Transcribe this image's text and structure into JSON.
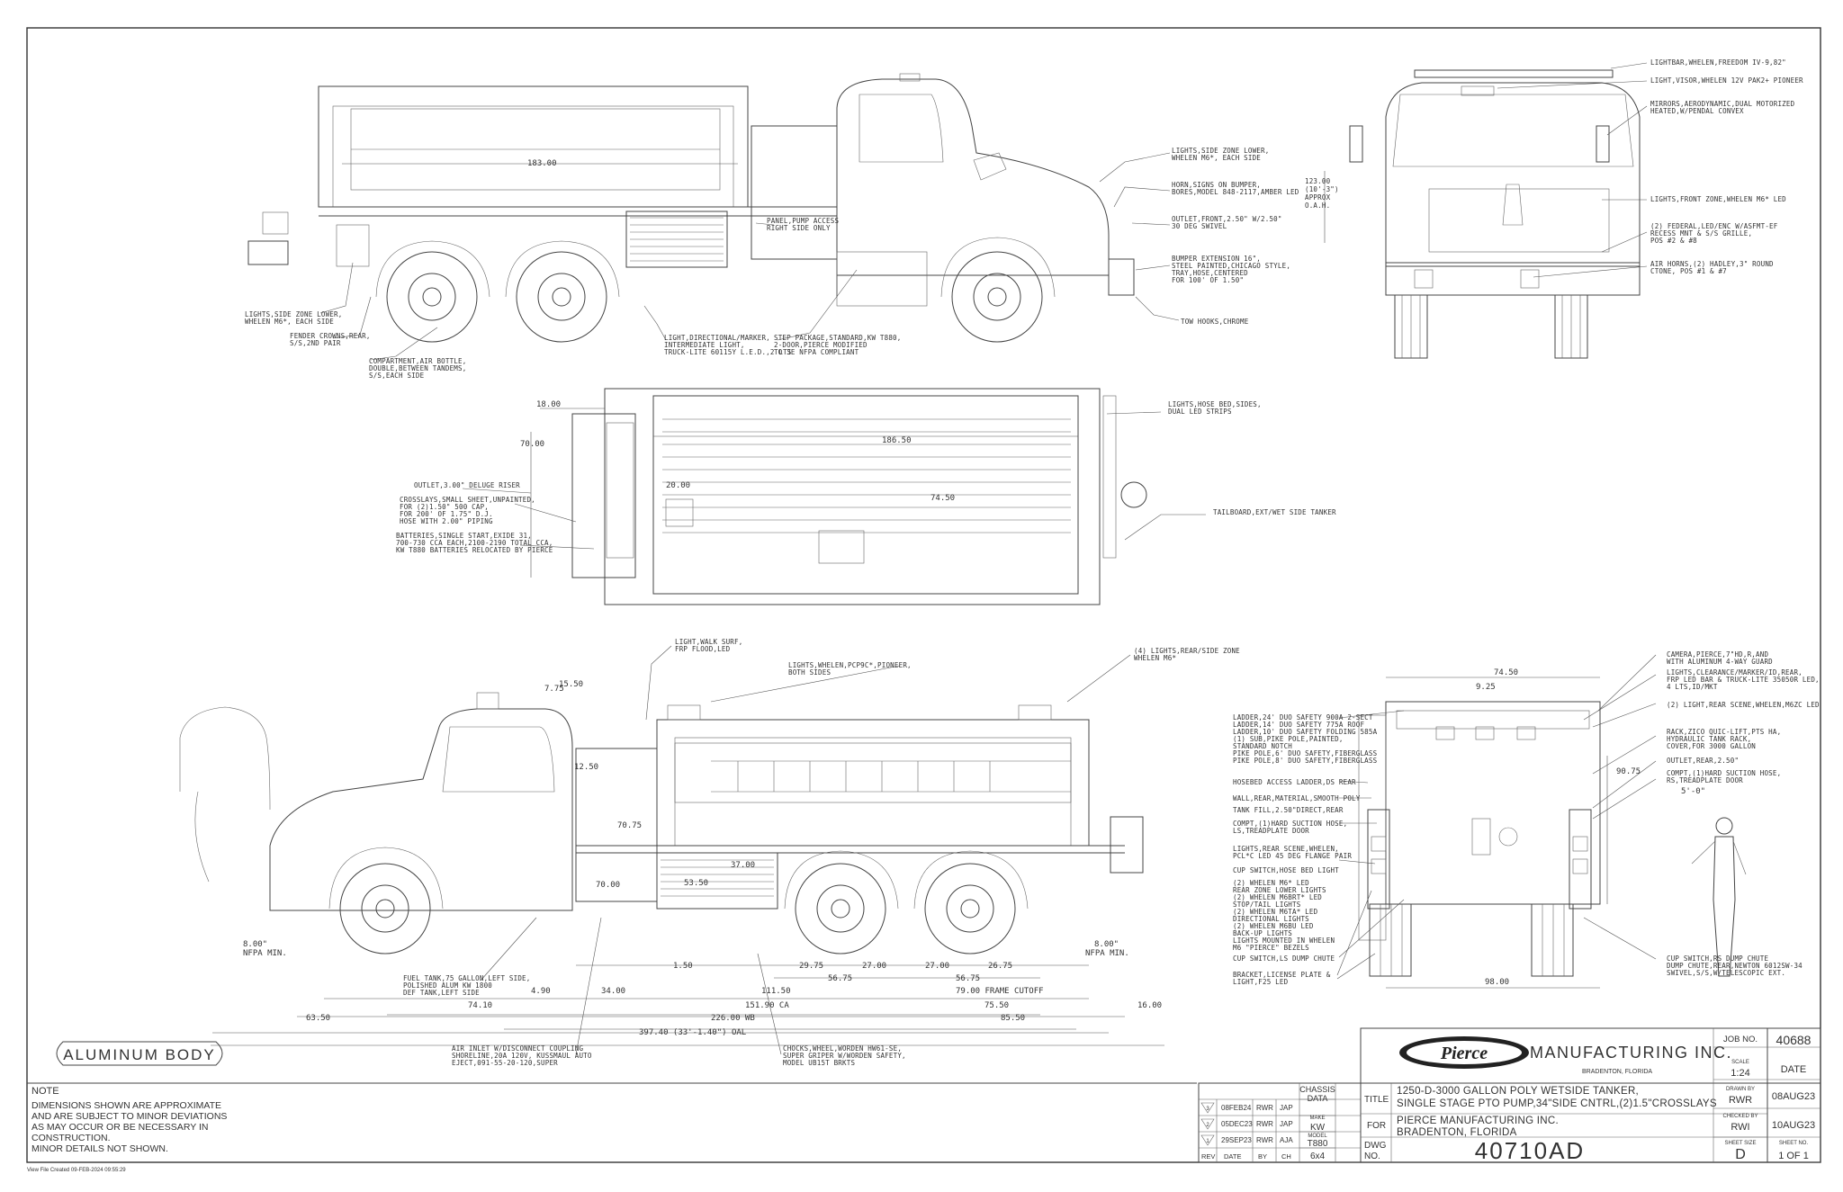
{
  "labels": {
    "side_top": [
      {
        "key": "lsz",
        "lines": [
          "LIGHTS,SIDE ZONE LOWER,",
          "WHELEN M6*, EACH SIDE"
        ]
      },
      {
        "key": "fc",
        "lines": [
          "FENDER CROWNS,REAR,",
          "S/S,2ND PAIR"
        ]
      },
      {
        "key": "cab",
        "lines": [
          "COMPARTMENT,AIR BOTTLE,",
          "DOUBLE,BETWEEN TANDEMS,",
          "S/S,EACH SIDE"
        ]
      },
      {
        "key": "ldm",
        "lines": [
          "LIGHT,DIRECTIONAL/MARKER,",
          "INTERMEDIATE LIGHT,",
          "TRUCK-LITE 60115Y L.E.D.,2 LTS"
        ]
      },
      {
        "key": "pp",
        "lines": [
          "PANEL,PUMP ACCESS",
          "RIGHT SIDE ONLY"
        ]
      },
      {
        "key": "sp",
        "lines": [
          "STEP PACKAGE,STANDARD,KW T880,",
          "2-DOOR,PIERCE MODIFIED",
          "TO 3E NFPA COMPLIANT"
        ]
      },
      {
        "key": "lszm",
        "lines": [
          "LIGHTS,SIDE ZONE LOWER,",
          "WHELEN M6*, EACH SIDE"
        ]
      },
      {
        "key": "hs",
        "lines": [
          "HORN,SIGNS ON BUMPER,",
          "BORES,MODEL 848-2117,AMBER LED"
        ]
      },
      {
        "key": "of",
        "lines": [
          "OUTLET,FRONT,2.50\" W/2.50\"",
          "30 DEG SWIVEL"
        ]
      },
      {
        "key": "be",
        "lines": [
          "BUMPER EXTENSION 16\",",
          "STEEL PAINTED,CHICAGO STYLE,",
          "TRAY,HOSE,CENTERED",
          "FOR 100' OF 1.50\""
        ]
      },
      {
        "key": "th",
        "lines": [
          "TOW HOOKS,CHROME"
        ]
      }
    ],
    "front": [
      {
        "key": "lb",
        "lines": [
          "LIGHTBAR,WHELEN,FREEDOM IV-9,82\""
        ]
      },
      {
        "key": "lv",
        "lines": [
          "LIGHT,VISOR,WHELEN 12V PAK2+ PIONEER"
        ]
      },
      {
        "key": "mir",
        "lines": [
          "MIRRORS,AERODYNAMIC,DUAL MOTORIZED",
          "HEATED,W/PENDAL CONVEX"
        ]
      },
      {
        "key": "lfz",
        "lines": [
          "LIGHTS,FRONT ZONE,WHELEN M6* LED"
        ]
      },
      {
        "key": "fed",
        "lines": [
          "(2) FEDERAL,LED/ENC W/ASFMT-EF",
          "RECESS MNT & S/S GRILLE,",
          "POS #2 & #8"
        ]
      },
      {
        "key": "ah",
        "lines": [
          "AIR HORNS,(2) HADLEY,3\" ROUND",
          "CTONE, POS #1 & #7"
        ]
      },
      {
        "key": "ht",
        "lines": [
          "123.00",
          "(10'-3\")",
          "APPROX",
          "O.A.H."
        ]
      }
    ],
    "top": [
      {
        "key": "lhb",
        "lines": [
          "LIGHTS,HOSE BED,SIDES,",
          "DUAL LED STRIPS"
        ]
      },
      {
        "key": "tb",
        "lines": [
          "TAILBOARD,EXT/WET SIDE TANKER"
        ]
      },
      {
        "key": "od",
        "lines": [
          "OUTLET,3.00\" DELUGE RISER"
        ]
      },
      {
        "key": "cr",
        "lines": [
          "CROSSLAYS,SMALL SHEET,UNPAINTED,",
          "FOR (2)1.50\" 500 CAP,",
          "FOR 200' OF 1.75\" D.J.",
          "HOSE WITH 2.00\" PIPING"
        ]
      },
      {
        "key": "bat",
        "lines": [
          "BATTERIES,SINGLE START,EXIDE 31,",
          "700-730 CCA EACH,2100-2190 TOTAL CCA,",
          "KW T880 BATTERIES RELOCATED BY PIERCE"
        ]
      }
    ],
    "side_bottom": [
      {
        "key": "lws",
        "lines": [
          "LIGHT,WALK SURF,",
          "FRP FLOOD,LED"
        ]
      },
      {
        "key": "lwp",
        "lines": [
          "LIGHTS,WHELEN,PCP9C*,PIONEER,",
          "BOTH SIDES"
        ]
      },
      {
        "key": "lrz",
        "lines": [
          "(4) LIGHTS,REAR/SIDE ZONE",
          "WHELEN M6*"
        ]
      },
      {
        "key": "ft",
        "lines": [
          "FUEL TANK,75 GALLON,LEFT SIDE,",
          "POLISHED ALUM KW 1800",
          "DEF TANK,LEFT SIDE"
        ]
      },
      {
        "key": "ai",
        "lines": [
          "AIR INLET W/DISCONNECT COUPLING",
          "SHORELINE,20A 120V, KUSSMAUL AUTO",
          "EJECT,091-55-20-120,SUPER"
        ]
      },
      {
        "key": "ch",
        "lines": [
          "CHOCKS,WHEEL,WORDEN HW61-SE,",
          "SUPER GRIPER W/WORDEN SAFETY,",
          "MODEL UB15T BRKTS"
        ]
      }
    ],
    "rear": [
      {
        "key": "lad",
        "lines": [
          "LADDER,24' DUO SAFETY 900A 2-SECT",
          "LADDER,14' DUO SAFETY 775A ROOF",
          "LADDER,10' DUO SAFETY FOLDING 585A",
          "(1) SUB,PIKE POLE,PAINTED,",
          "STANDARD NOTCH",
          "PIKE POLE,6' DUO SAFETY,FIBERGLASS",
          "PIKE POLE,8' DUO SAFETY,FIBERGLASS"
        ]
      },
      {
        "key": "hbl",
        "lines": [
          "HOSEBED ACCESS LADDER,DS REAR"
        ]
      },
      {
        "key": "wr",
        "lines": [
          "WALL,REAR,MATERIAL,SMOOTH POLY"
        ]
      },
      {
        "key": "tf",
        "lines": [
          "TANK FILL,2.50\"DIRECT,REAR"
        ]
      },
      {
        "key": "cs",
        "lines": [
          "COMPT,(1)HARD SUCTION HOSE,",
          "LS,TREADPLATE DOOR"
        ]
      },
      {
        "key": "lrs",
        "lines": [
          "LIGHTS,REAR SCENE,WHELEN,",
          "PCL*C LED 45 DEG FLANGE PAIR"
        ]
      },
      {
        "key": "csw",
        "lines": [
          "CUP SWITCH,HOSE BED LIGHT"
        ]
      },
      {
        "key": "rz",
        "lines": [
          "(2) WHELEN M6* LED",
          "REAR ZONE LOWER LIGHTS",
          "(2) WHELEN M6BRT* LED",
          "STOP/TAIL LIGHTS",
          "(2) WHELEN M6TA* LED",
          "DIRECTIONAL LIGHTS",
          "(2) WHELEN M6BU LED",
          "BACK-UP LIGHTS",
          "LIGHTS MOUNTED IN WHELEN",
          "M6 \"PIERCE\" BEZELS"
        ]
      },
      {
        "key": "cd",
        "lines": [
          "CUP SWITCH,LS DUMP CHUTE"
        ]
      },
      {
        "key": "bl",
        "lines": [
          "BRACKET,LICENSE PLATE &",
          "LIGHT,F25 LED"
        ]
      },
      {
        "key": "cam",
        "lines": [
          "CAMERA,PIERCE,7\"HD,R,AND",
          "WITH ALUMINUM 4-WAY GUARD"
        ]
      },
      {
        "key": "lcm",
        "lines": [
          "LIGHTS,CLEARANCE/MARKER/ID,REAR,",
          "FRP LED BAR & TRUCK-LITE 35050R LED,",
          "4 LTS,ID/MKT"
        ]
      },
      {
        "key": "lrsw",
        "lines": [
          "(2) LIGHT,REAR SCENE,WHELEN,M6ZC LED"
        ]
      },
      {
        "key": "rack",
        "lines": [
          "RACK,ZICO QUIC-LIFT,PTS HA,",
          "HYDRAULIC TANK RACK,",
          "COVER,FOR 3000 GALLON"
        ]
      },
      {
        "key": "or",
        "lines": [
          "OUTLET,REAR,2.50\""
        ]
      },
      {
        "key": "chs",
        "lines": [
          "COMPT,(1)HARD SUCTION HOSE,",
          "RS,TREADPLATE DOOR"
        ]
      },
      {
        "key": "sd",
        "lines": [
          "CUP SWITCH,RS DUMP CHUTE",
          "DUMP CHUTE,REAR,NEWTON 6012SW-34",
          "SWIVEL,S/S,W/TELESCOPIC EXT."
        ]
      }
    ]
  },
  "dims": {
    "d183": "183.00",
    "d18": "18.00",
    "d70": "70.00",
    "d186": "186.50",
    "d20": "20.00",
    "d7450": "74.50",
    "d155": "15.50",
    "d775": "7.75",
    "d125": "12.50",
    "d7075": "70.75",
    "d7000": "70.00",
    "d5350": "53.50",
    "d3700": "37.00",
    "d150": "1.50",
    "d2975": "29.75",
    "d2700a": "27.00",
    "d2700b": "27.00",
    "d2675": "26.75",
    "d5675a": "56.75",
    "d5675b": "56.75",
    "d490": "4.90",
    "d3400": "34.00",
    "d11150": "111.50",
    "d7900": "79.00 FRAME CUTOFF",
    "d6350": "63.50",
    "d7410": "74.10",
    "d15190": "151.90 CA",
    "d7650": "75.50",
    "d1600": "16.00",
    "d22600": "226.00 WB",
    "d8550": "85.50",
    "d39740": "397.40 (33'-1.40\") OAL",
    "d800a": "8.00\"",
    "d800b": "8.00\"",
    "nfpa_a": "NFPA MIN.",
    "nfpa_b": "NFPA MIN.",
    "r7450": "74.50",
    "r925": "9.25",
    "r9075": "90.75",
    "r9800": "98.00",
    "r5": "5'-0\""
  },
  "body_stamp": "ALUMINUM BODY",
  "note": {
    "title": "NOTE",
    "lines": [
      "DIMENSIONS SHOWN ARE APPROXIMATE",
      "AND ARE SUBJECT TO MINOR DEVIATIONS",
      "AS MAY OCCUR OR BE NECESSARY IN",
      "CONSTRUCTION.",
      "MINOR DETAILS NOT SHOWN."
    ]
  },
  "footer_stamp": "View File Created 09-FEB-2024 09:55:29",
  "revisions": {
    "rows": [
      {
        "sym": "3",
        "date": "08FEB24",
        "by": "RWR",
        "ch": "JAP"
      },
      {
        "sym": "2",
        "date": "05DEC23",
        "by": "RWR",
        "ch": "JAP"
      },
      {
        "sym": "1",
        "date": "29SEP23",
        "by": "RWR",
        "ch": "AJA"
      }
    ],
    "head": {
      "rev": "REV",
      "date": "DATE",
      "by": "BY",
      "ch": "CH"
    }
  },
  "chassis": {
    "title_a": "CHASSIS",
    "title_b": "DATA",
    "make_label": "MAKE",
    "make": "KW",
    "model_label": "MODEL",
    "model": "T880",
    "drive": "6x4"
  },
  "title_block": {
    "logo": "Pierce",
    "company": "MANUFACTURING INC.",
    "city": "BRADENTON, FLORIDA",
    "title_label": "TITLE",
    "title_lines": [
      "1250-D-3000 GALLON POLY WETSIDE TANKER,",
      "SINGLE STAGE PTO PUMP,34\"SIDE CNTRL,(2)1.5\"CROSSLAYS"
    ],
    "for_label": "FOR",
    "for_lines": [
      "PIERCE MANUFACTURING INC.",
      "BRADENTON, FLORIDA"
    ],
    "dwg_label": "DWG",
    "no_label": "NO.",
    "dwg_no": "40710AD",
    "job_label": "JOB NO.",
    "job": "40688",
    "scale_label": "SCALE",
    "scale": "1:24",
    "date_label": "DATE",
    "drawn_label": "DRAWN BY",
    "drawn": "RWR",
    "drawn_date": "08AUG23",
    "checked_label": "CHECKED BY",
    "checked": "RWI",
    "checked_date": "10AUG23",
    "sheet_size_label": "SHEET SIZE",
    "sheet_size": "D",
    "sheet_no_label": "SHEET NO.",
    "sheet_no": "1 OF 1"
  }
}
